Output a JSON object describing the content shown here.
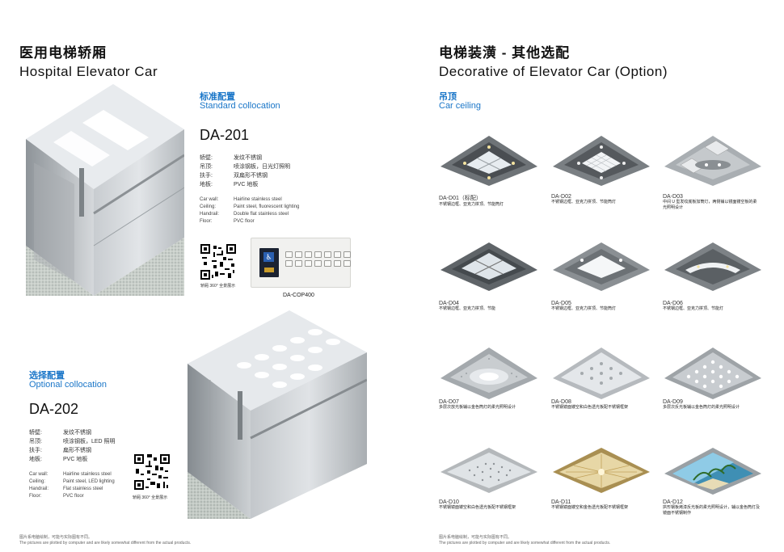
{
  "left": {
    "title_cn": "医用电梯轿厢",
    "title_en": "Hospital Elevator Car",
    "standard": {
      "heading_cn": "标准配置",
      "heading_en": "Standard collocation",
      "model": "DA-201",
      "specs_cn": [
        {
          "k": "轿壁:",
          "v": "发纹不锈钢"
        },
        {
          "k": "吊顶:",
          "v": "喷涂钢板，日光灯照明"
        },
        {
          "k": "扶手:",
          "v": "双扁形不锈钢"
        },
        {
          "k": "地板:",
          "v": "PVC 地板"
        }
      ],
      "specs_en": [
        {
          "k": "Car wall:",
          "v": "Hairline stainless steel"
        },
        {
          "k": "Ceiling:",
          "v": "Paint steel, fluorescent lighting"
        },
        {
          "k": "Handrail:",
          "v": "Double flat stainless steel"
        },
        {
          "k": "Floor:",
          "v": "PVC floor"
        }
      ],
      "qr_caption": "轿厢 360° 全景展示",
      "cop_label": "DA-COP400"
    },
    "optional": {
      "heading_cn": "选择配置",
      "heading_en": "Optional collocation",
      "model": "DA-202",
      "specs_cn": [
        {
          "k": "轿壁:",
          "v": "发纹不锈钢"
        },
        {
          "k": "吊顶:",
          "v": "喷涂钢板，LED 照明"
        },
        {
          "k": "扶手:",
          "v": "扁形不锈钢"
        },
        {
          "k": "地板:",
          "v": "PVC 地板"
        }
      ],
      "specs_en": [
        {
          "k": "Car wall:",
          "v": "Hairline stainless steel"
        },
        {
          "k": "Ceiling:",
          "v": "Paint steel, LED lighting"
        },
        {
          "k": "Handrail:",
          "v": "Flat stainless steel"
        },
        {
          "k": "Floor:",
          "v": "PVC floor"
        }
      ],
      "qr_caption": "轿厢 360° 全景展示"
    },
    "footnote_cn": "图片系电脑绘制，可能与实际图有不同。",
    "footnote_en": "The pictures are plotted by computer and are likely somewhat different from the actual products."
  },
  "right": {
    "title_cn": "电梯装潢 - 其他选配",
    "title_en": "Decorative of Elevator Car (Option)",
    "heading_cn": "吊顶",
    "heading_en": "Car ceiling",
    "ceilings": [
      {
        "code": "DA-D01（标配）",
        "desc": "不锈钢边框、亚克力拼顶、节能筒灯"
      },
      {
        "code": "DA-D02",
        "desc": "不锈钢边框、亚克力拼顶、节能筒灯"
      },
      {
        "code": "DA-D03",
        "desc": "中间 U 型发纹底板加筒灯，两侧铺以镜面镂空板的柔光照明设计"
      },
      {
        "code": "DA-D04",
        "desc": "不锈钢边框、亚克力拼顶、节能"
      },
      {
        "code": "DA-D05",
        "desc": "不锈钢边框、亚克力拼顶、节能筒灯"
      },
      {
        "code": "DA-D06",
        "desc": "不锈钢边框、亚克力拼顶、节能灯"
      },
      {
        "code": "DA-D07",
        "desc": "多层次放光板辅以金色筒灯的柔光照明设计"
      },
      {
        "code": "DA-D08",
        "desc": "不锈钢镜面镂空和白色透光板配不锈钢框架"
      },
      {
        "code": "DA-D09",
        "desc": "多层次反光板辅以金色筒灯的柔光照明设计"
      },
      {
        "code": "DA-D10",
        "desc": "不锈钢镜面镂空和白色透光板配不锈钢框架"
      },
      {
        "code": "DA-D11",
        "desc": "不锈钢镜面镂空和金色透光板配不锈钢框架"
      },
      {
        "code": "DA-D12",
        "desc": "拱形钢板烤漆反光板的柔光照明设计，辅以金色筒灯及镜面不锈钢制作"
      }
    ],
    "footnote_cn": "图片系电脑绘制，可能与实际图有不同。",
    "footnote_en": "The pictures are plotted by computer and are likely somewhat different from the actual products."
  },
  "colors": {
    "accent_blue": "#1a76c8",
    "steel": "#b9bdc0"
  }
}
